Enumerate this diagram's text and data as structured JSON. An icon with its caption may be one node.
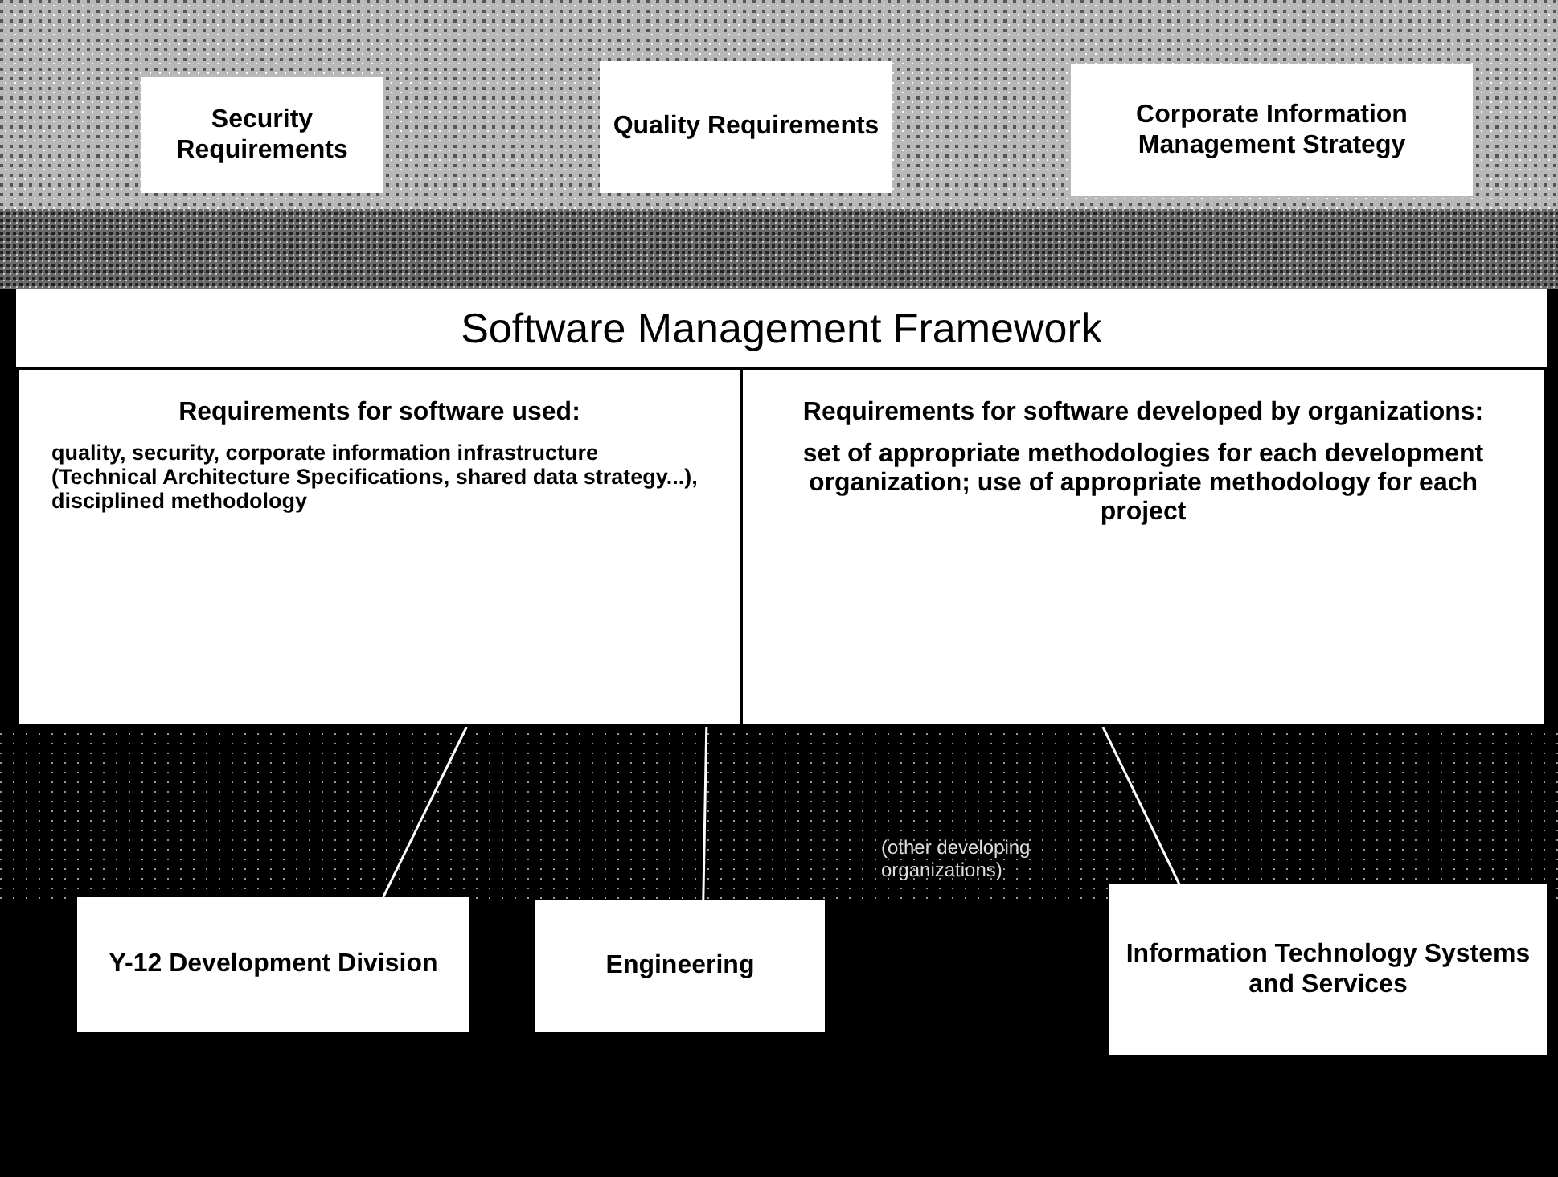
{
  "diagram": {
    "nodes": [
      {
        "text": [
          "Security Requirements"
        ]
      },
      {
        "text": [
          "Quality Requirements"
        ]
      },
      {
        "text": [
          "Corporate Information Management Strategy"
        ]
      },
      {
        "text": [
          "Software Management Framework"
        ]
      },
      {
        "text": [
          "Requirements for software used:",
          "quality, security, corporate information infrastructure (Technical Architecture Specifications, shared data strategy...), disciplined methodology"
        ],
        "in": 3
      },
      {
        "text": [
          "Requirements for software developed by organizations:",
          "set of appropriate methodologies for each development organization; use of appropriate methodology for each project"
        ],
        "in": 3
      },
      {
        "text": [
          "Y-12 Development Division"
        ]
      },
      {
        "text": [
          "Engineering"
        ]
      },
      {
        "text": [
          "Information Technology Systems and Services"
        ]
      }
    ],
    "edges": [
      {
        "from": 4,
        "to": 6,
        "arrow": "none"
      },
      {
        "from": 4,
        "to": 7,
        "arrow": "none"
      },
      {
        "from": 5,
        "to": 8,
        "arrow": "none"
      }
    ],
    "labels": [
      "(other developing organizations)"
    ]
  }
}
